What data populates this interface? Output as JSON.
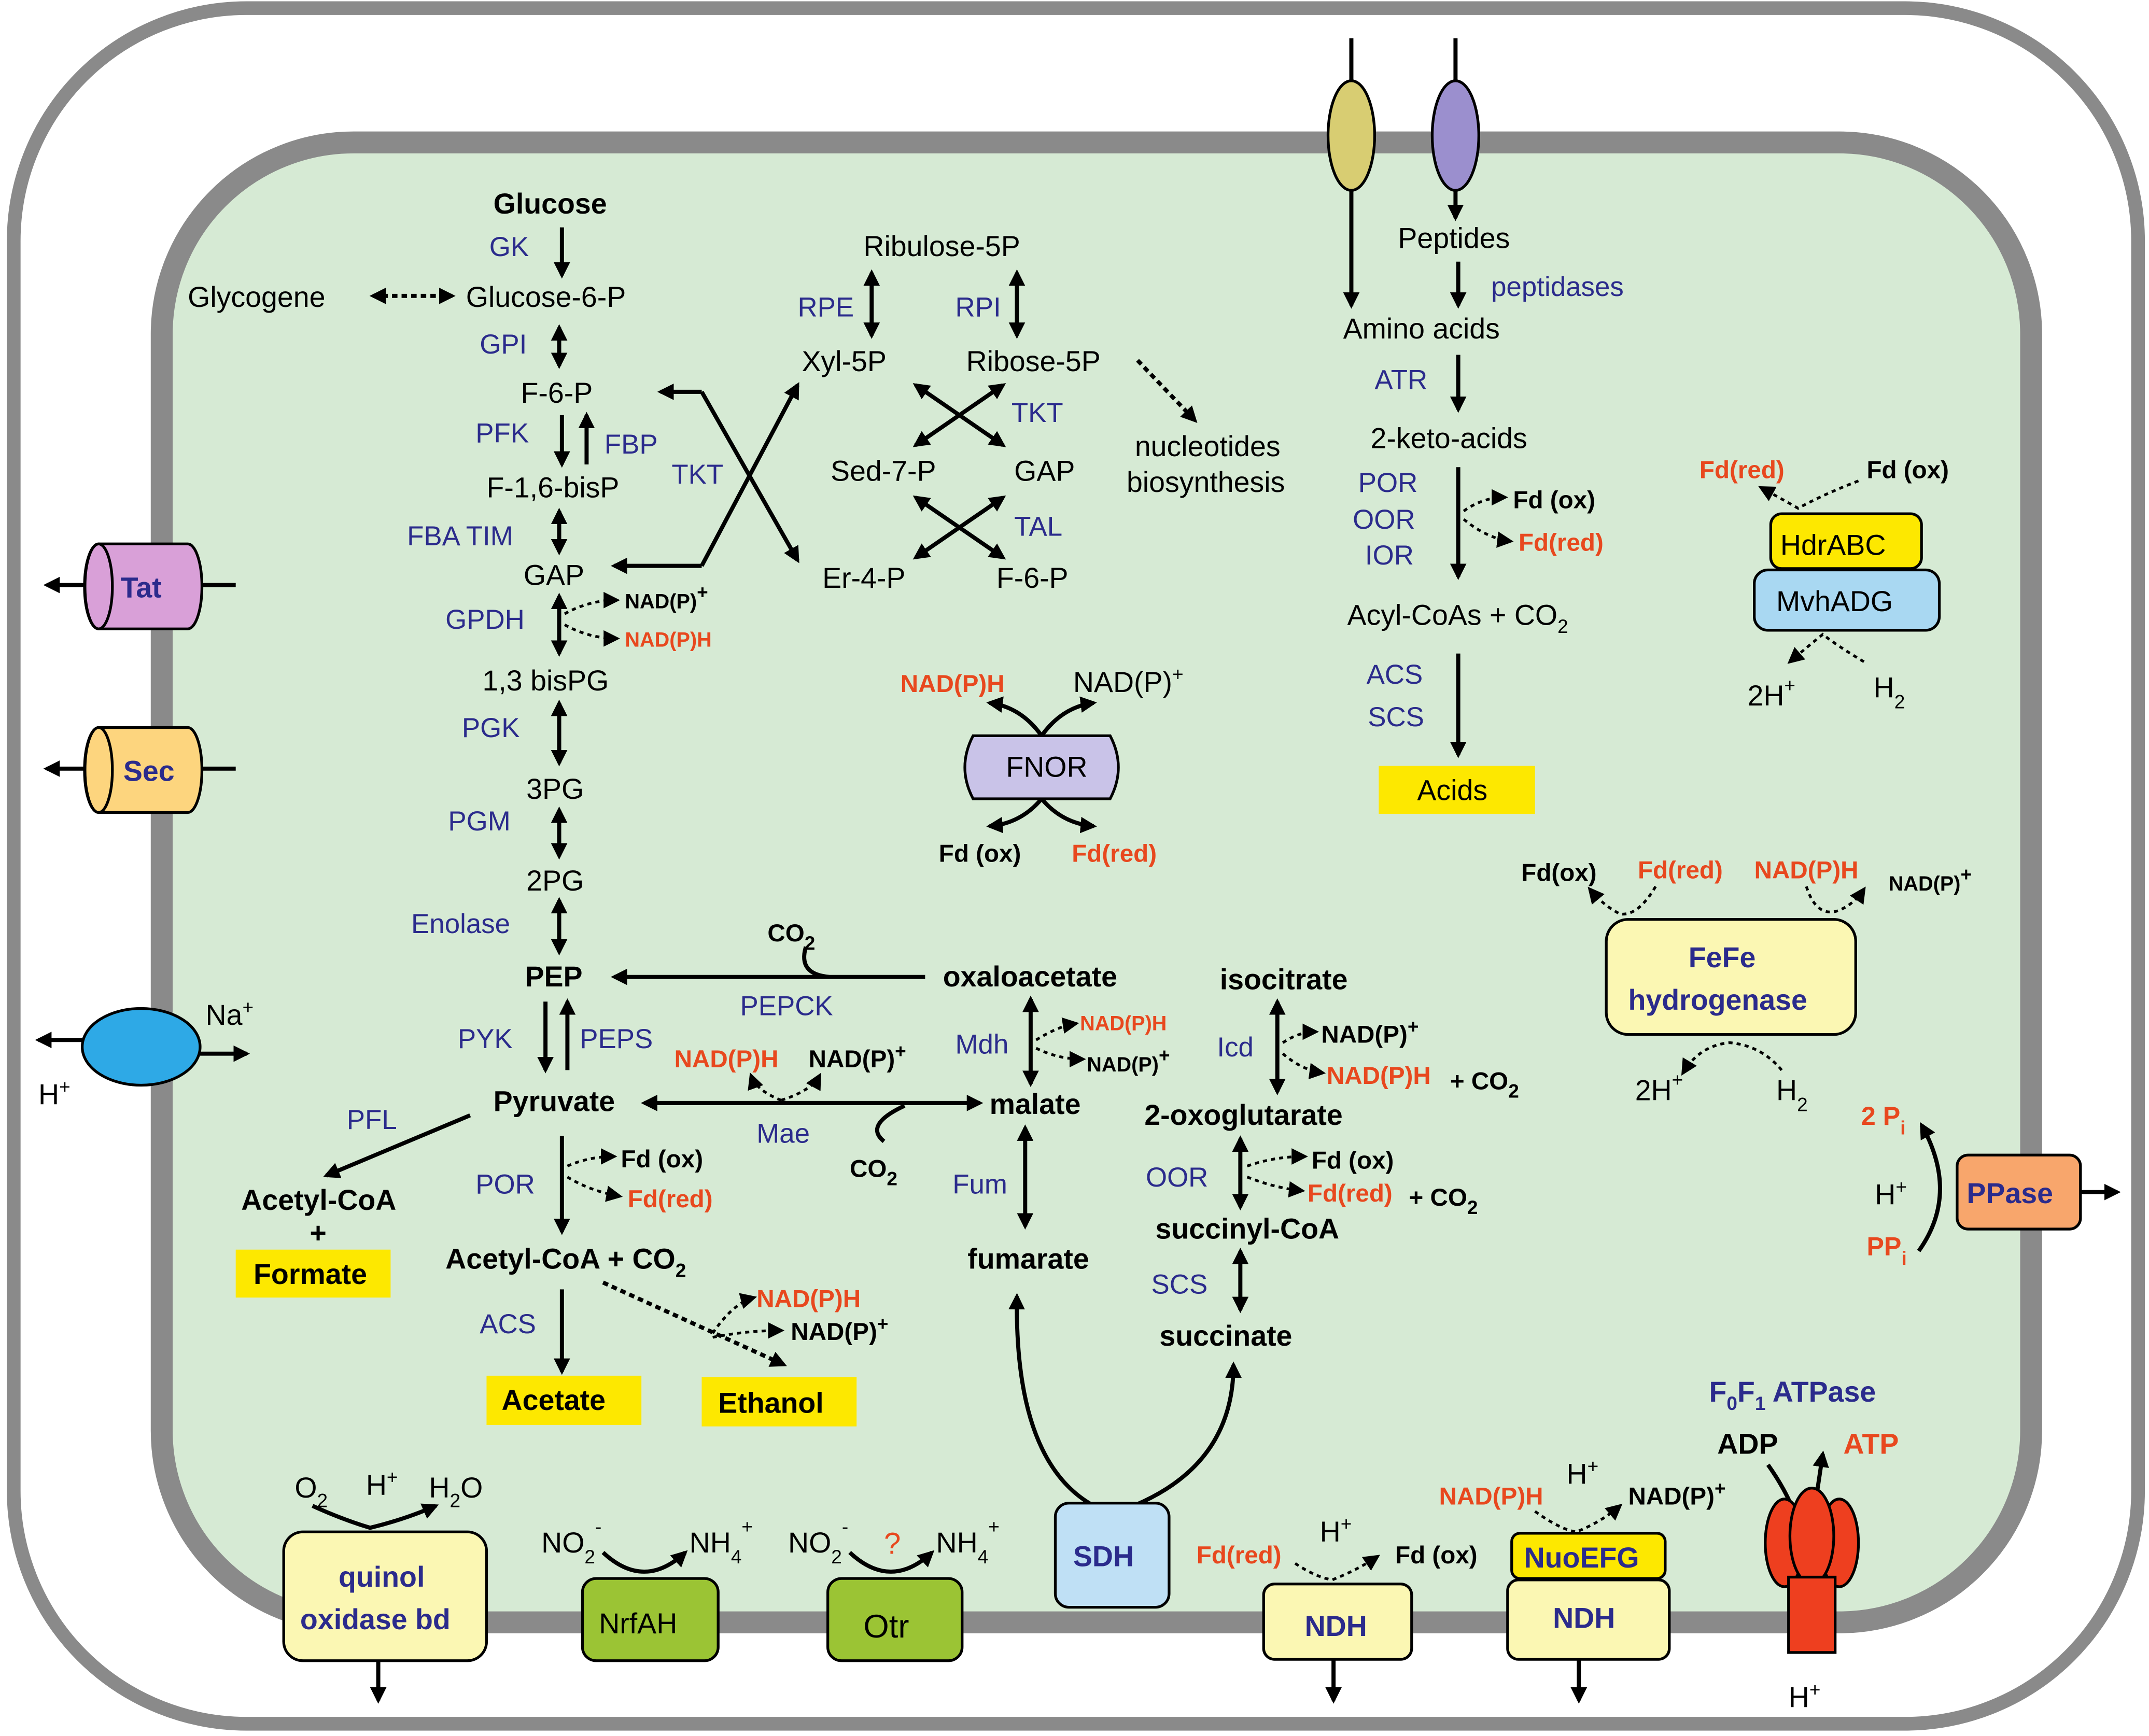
{
  "glycolysis": {
    "glucose": "Glucose",
    "gk": "GK",
    "glycogene": "Glycogene",
    "glucose6p": "Glucose-6-P",
    "gpi": "GPI",
    "f6p": "F-6-P",
    "pfk": "PFK",
    "fbp": "FBP",
    "f16bisp": "F-1,6-bisP",
    "fba_tim": "FBA TIM",
    "gap": "GAP",
    "gpdh": "GPDH",
    "nadp": "NAD(P)",
    "nadph": "NAD(P)H",
    "bispg": "1,3 bisPG",
    "pgk": "PGK",
    "pg3": "3PG",
    "pgm": "PGM",
    "pg2": "2PG",
    "enolase": "Enolase",
    "pep": "PEP",
    "pyk": "PYK",
    "peps": "PEPS",
    "pyruvate": "Pyruvate",
    "pfl": "PFL",
    "acetylcoa": "Acetyl-CoA",
    "plus": "+",
    "formate": "Formate",
    "por": "POR",
    "fd_ox": "Fd (ox)",
    "fd_red": "Fd(red)",
    "acetylcoa_co2": "Acetyl-CoA + CO",
    "acs": "ACS",
    "acetate": "Acetate",
    "ethanol": "Ethanol"
  },
  "ppp": {
    "ribulose5p": "Ribulose-5P",
    "rpe": "RPE",
    "rpi": "RPI",
    "xyl5p": "Xyl-5P",
    "ribose5p": "Ribose-5P",
    "tkt": "TKT",
    "sed7p": "Sed-7-P",
    "gap": "GAP",
    "tal": "TAL",
    "er4p": "Er-4-P",
    "f6p": "F-6-P",
    "nucleotides": "nucleotides",
    "biosynthesis": "biosynthesis"
  },
  "fnor": {
    "label": "FNOR",
    "nadph": "NAD(P)H",
    "nadp": "NAD(P)",
    "fd_ox": "Fd (ox)",
    "fd_red": "Fd(red)"
  },
  "tca": {
    "co2": "CO",
    "pepck": "PEPCK",
    "oxaloacetate": "oxaloacetate",
    "mdh": "Mdh",
    "malate": "malate",
    "mae": "Mae",
    "fum": "Fum",
    "fumarate": "fumarate",
    "isocitrate": "isocitrate",
    "icd": "Icd",
    "oxoglutarate": "2-oxoglutarate",
    "oor": "OOR",
    "succinylcoa": "succinyl-CoA",
    "scs": "SCS",
    "succinate": "succinate",
    "plus_co2": "+ CO"
  },
  "aa": {
    "peptides": "Peptides",
    "peptidases": "peptidases",
    "aminoacids": "Amino acids",
    "atr": "ATR",
    "ketoacids": "2-keto-acids",
    "por": "POR",
    "oor": "OOR",
    "ior": "IOR",
    "acylcoas": "Acyl-CoAs + CO",
    "acs": "ACS",
    "scs": "SCS",
    "acids": "Acids"
  },
  "hydrogenase": {
    "hdr": "HdrABC",
    "mvh": "MvhADG",
    "fd_red": "Fd(red)",
    "fd_ox": "Fd (ox)",
    "h": "2H",
    "h2": "H",
    "fefe1": "FeFe",
    "fefe2": "hydrogenase",
    "fdox2": "Fd(ox)",
    "nadph": "NAD(P)H",
    "nadp": "NAD(P)"
  },
  "membrane": {
    "tat": "Tat",
    "sec": "Sec",
    "na": "Na",
    "h": "H",
    "quinol1": "quinol",
    "quinol2": "oxidase bd",
    "o2": "O",
    "h2o_h": "H",
    "h2o_o": "O",
    "nrf": "NrfAH",
    "no": "NO",
    "nh": "NH",
    "otr": "Otr",
    "question": "?",
    "sdh": "SDH",
    "ndh": "NDH",
    "nuo": "NuoEFG",
    "atpase": "F",
    "atpase_mid": "F",
    "atpase_end": " ATPase",
    "adp": "ADP",
    "atp": "ATP",
    "ppase": "PPase",
    "pi": "2 P",
    "ppi": "PP",
    "i": "i",
    "sub0": "0",
    "sub1": "1",
    "sub2": "2",
    "sub4": "4",
    "minus": "-",
    "plus": "+"
  },
  "colors": {
    "cytoplasm": "#d6ead4",
    "wall": "#8a8a8a",
    "enzyme": "#2b2b8c",
    "reduced": "#e8481e",
    "product": "#fde800",
    "yellow_box": "#fbf7b3",
    "green_box": "#9bc434",
    "blue_box": "#bfe0f5",
    "lavender": "#c9c3e8",
    "magenta": "#d9a0d8",
    "orange": "#f8a66c",
    "cyan": "#2ea9e6",
    "red": "#ee3f1f"
  }
}
